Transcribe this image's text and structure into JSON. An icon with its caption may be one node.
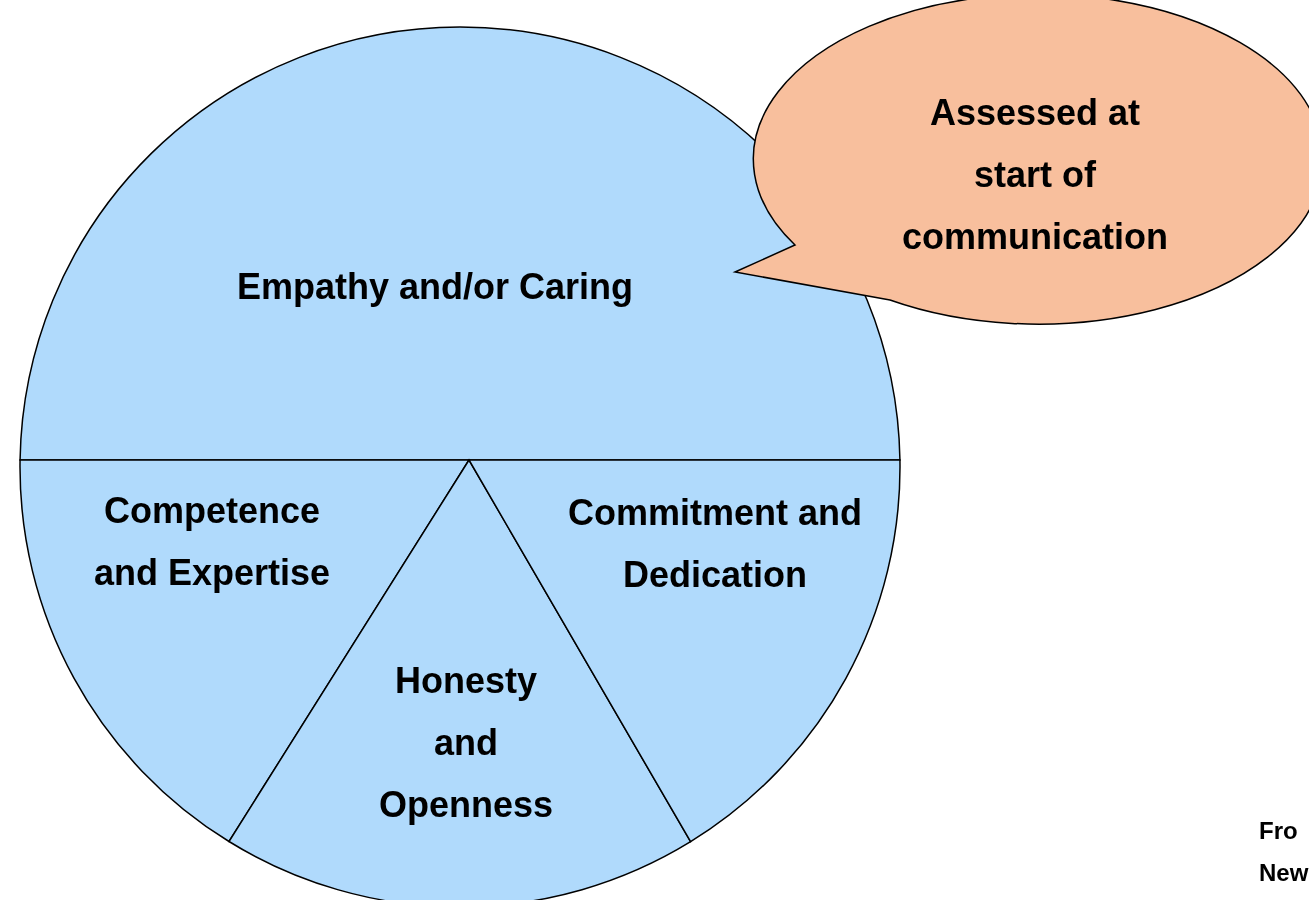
{
  "diagram": {
    "nodes": [
      {
        "text": [
          "Empathy and/or Caring"
        ]
      },
      {
        "text": [
          "Competence and Expertise"
        ]
      },
      {
        "text": [
          "Honesty and Openness"
        ]
      },
      {
        "text": [
          "Commitment and Dedication"
        ]
      },
      {
        "text": [
          "Assessed at start of communication"
        ]
      }
    ],
    "labels": [
      "Fro",
      "New"
    ]
  }
}
